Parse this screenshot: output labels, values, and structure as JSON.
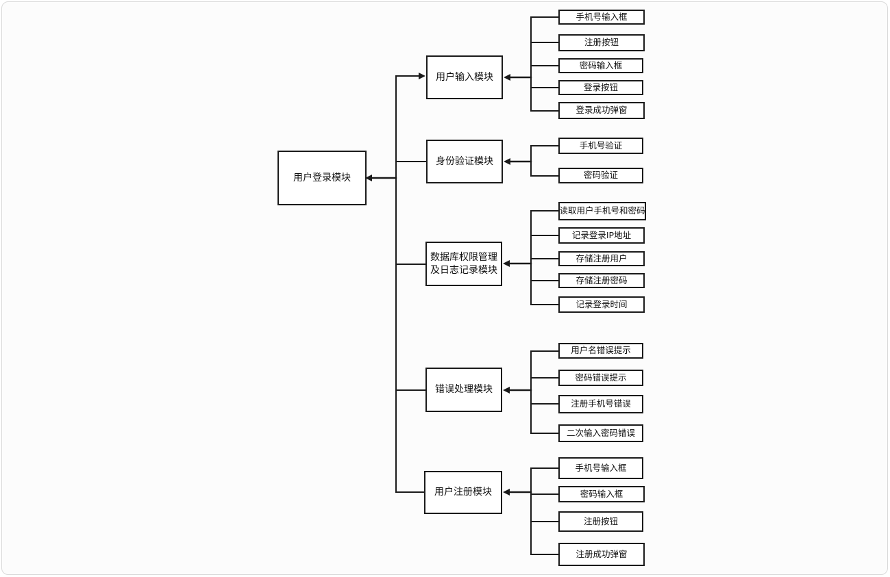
{
  "diagram": {
    "root": {
      "label": "用户登录模块"
    },
    "modules": [
      {
        "label": "用户输入模块",
        "children": [
          "手机号输入框",
          "注册按钮",
          "密码输入框",
          "登录按钮",
          "登录成功弹窗"
        ]
      },
      {
        "label": "身份验证模块",
        "children": [
          "手机号验证",
          "密码验证"
        ]
      },
      {
        "label": "数据库权限管理及日志记录模块",
        "children": [
          "读取用户手机号和密码",
          "记录登录IP地址",
          "存储注册用户",
          "存储注册密码",
          "记录登录时间"
        ]
      },
      {
        "label": "错误处理模块",
        "children": [
          "用户名错误提示",
          "密码错误提示",
          "注册手机号错误",
          "二次输入密码错误"
        ]
      },
      {
        "label": "用户注册模块",
        "children": [
          "手机号输入框",
          "密码输入框",
          "注册按钮",
          "注册成功弹窗"
        ]
      }
    ],
    "colors": {
      "stroke": "#1a1a1a",
      "canvas_border": "#d9d9d9",
      "node_fill": "#ffffff"
    }
  }
}
